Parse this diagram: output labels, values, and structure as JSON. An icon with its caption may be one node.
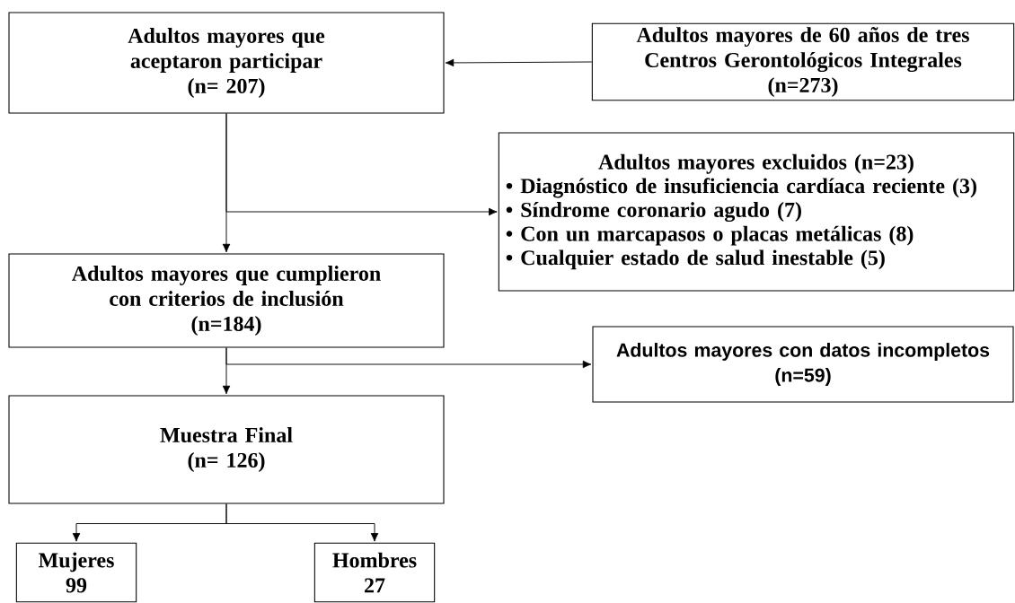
{
  "diagram": {
    "nodes": [
      {
        "text": [
          "Adultos mayores que aceptaron participar",
          "(n= 207)"
        ]
      },
      {
        "text": [
          "Adultos mayores de 60 años de tres Centros Gerontológicos Integrales",
          "(n=273)"
        ]
      },
      {
        "text": [
          "Adultos mayores excluidos (n=23)",
          "• Diagnóstico de insuficiencia cardíaca reciente (3)",
          "• Síndrome coronario agudo (7)",
          "• Con un marcapasos o placas metálicas (8)",
          "• Cualquier estado de salud inestable (5)"
        ]
      },
      {
        "text": [
          "Adultos mayores que cumplieron con criterios de inclusión",
          "(n=184)"
        ]
      },
      {
        "text": [
          "Adultos mayores con datos incompletos",
          "(n=59)"
        ]
      },
      {
        "text": [
          "Muestra Final",
          "(n= 126)"
        ]
      },
      {
        "text": [
          "Mujeres",
          "99"
        ]
      },
      {
        "text": [
          "Hombres",
          "27"
        ]
      }
    ],
    "edges": [
      {
        "from": 1,
        "to": 0,
        "arrow": "to"
      },
      {
        "from": 0,
        "to": 3,
        "arrow": "to"
      },
      {
        "from": 0,
        "to": 2,
        "arrow": "to"
      },
      {
        "from": 3,
        "to": 5,
        "arrow": "to"
      },
      {
        "from": 3,
        "to": 4,
        "arrow": "to"
      },
      {
        "from": 5,
        "to": 6,
        "arrow": "to"
      },
      {
        "from": 5,
        "to": 7,
        "arrow": "to"
      }
    ]
  }
}
